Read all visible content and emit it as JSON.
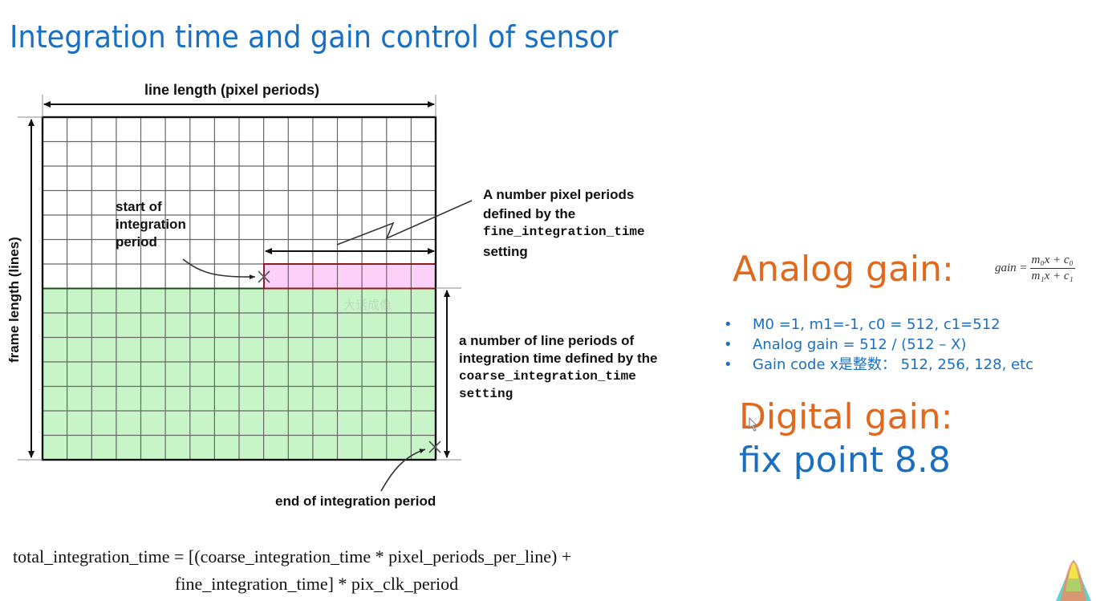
{
  "slide": {
    "title": "Integration time and gain control of sensor"
  },
  "diagram": {
    "line_length_label": "line length (pixel periods)",
    "frame_length_label": "frame length (lines)",
    "start_label": [
      "start of",
      "integration",
      "period"
    ],
    "fine_label": {
      "line1": "A number pixel periods",
      "line2": "defined by  the",
      "line3": "fine_integration_time",
      "line4": "setting"
    },
    "coarse_label": {
      "line1": "a number of line periods of",
      "line2": "integration time defined by the",
      "line3": "coarse_integration_time",
      "line4": "setting"
    },
    "end_label": "end of integration period",
    "watermark": "大话成像",
    "grid": {
      "columns": 16,
      "rows": 14,
      "white_rows": 7,
      "green_rows": 7,
      "pink_start_column": 9
    },
    "colors": {
      "grid_line": "#555555",
      "green_fill": "#c8f5c8",
      "pink_fill": "#fdd0fa",
      "pink_border": "#8b1c1c",
      "frame_border": "#111111"
    }
  },
  "analog_gain": {
    "heading": "Analog gain:",
    "formula": {
      "lhs": "gain =",
      "numerator": "m₀x + c₀",
      "denominator": "m₁x + c₁"
    },
    "bullets": [
      "M0 =1,  m1=-1,  c0 = 512,  c1=512",
      "Analog gain = 512 / (512 – X)",
      "Gain code x是整数： 512,  256,  128,  etc"
    ],
    "bullet_glyph": "•"
  },
  "digital_gain": {
    "heading": "Digital gain:",
    "value": "fix point 8.8"
  },
  "total_formula": {
    "line1": "total_integration_time = [(coarse_integration_time * pixel_periods_per_line) +",
    "line2": "fine_integration_time] * pix_clk_period"
  },
  "theme": {
    "title_color": "#1a6fc0",
    "heading_orange": "#e0691f",
    "text_blue": "#1a6fc0"
  }
}
